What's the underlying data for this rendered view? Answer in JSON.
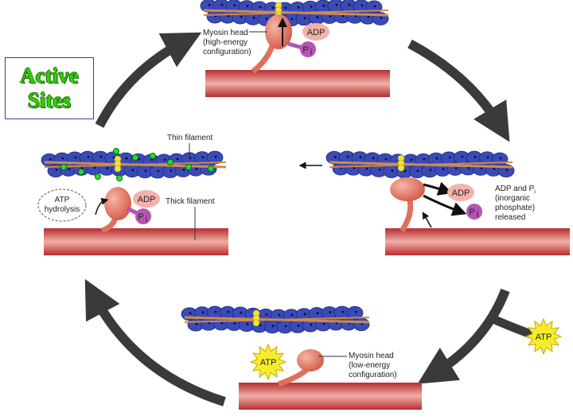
{
  "active_sites": {
    "line1": "Active",
    "line2": "Sites"
  },
  "labels": {
    "myosin_head_high": [
      "Myosin head",
      "(high-energy",
      "configuration)"
    ],
    "thin_filament": "Thin filament",
    "thick_filament": "Thick filament",
    "atp_hydrolysis": [
      "ATP",
      "hydrolysis"
    ],
    "released": [
      "ADP and P",
      "(inorganic",
      "phosphate)",
      "released"
    ],
    "myosin_head_low": [
      "Myosin head",
      "(low-energy",
      "configuration)"
    ]
  },
  "molecules": {
    "adp": "ADP",
    "pi": "P",
    "pi_sub": "i",
    "atp": "ATP"
  },
  "colors": {
    "actin": "#3a4ab8",
    "tropomyosin": "#d08a4a",
    "troponin": "#f2e23c",
    "myosin": "#e0705c",
    "thick_stripe": "#c8383a",
    "active_site": "#22dd22",
    "adp": "#f3b1aa",
    "pi": "#b455b4",
    "atp": "#f6ec2e",
    "arrow": "#3a3a3a",
    "active_text": "#2bd400"
  }
}
